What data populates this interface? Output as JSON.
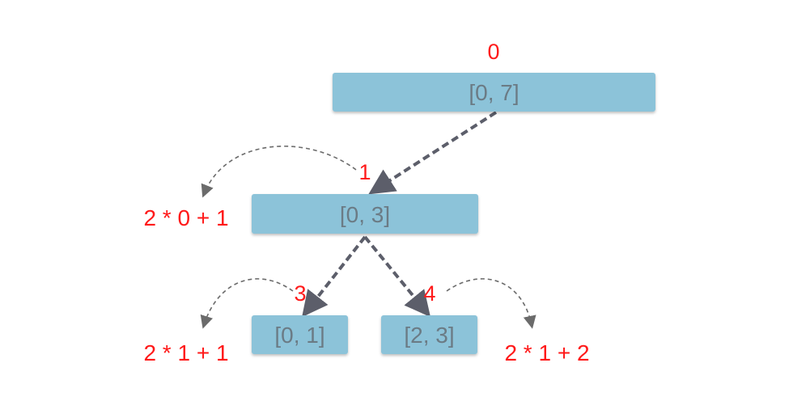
{
  "tree": {
    "root": {
      "range": "[0, 7]",
      "index": "0"
    },
    "left_child": {
      "range": "[0, 3]",
      "index": "1",
      "formula": "2 * 0 + 1"
    },
    "grandchild_left": {
      "range": "[0, 1]",
      "index": "3",
      "formula": "2 * 1 + 1"
    },
    "grandchild_right": {
      "range": "[2, 3]",
      "index": "4",
      "formula": "2 * 1 + 2"
    }
  },
  "colors": {
    "node_fill": "#8cc3d9",
    "node_text": "#6b7b85",
    "index_text": "#ff1a1a",
    "edge": "#5c5e6a",
    "curve": "#6b6b6b"
  }
}
